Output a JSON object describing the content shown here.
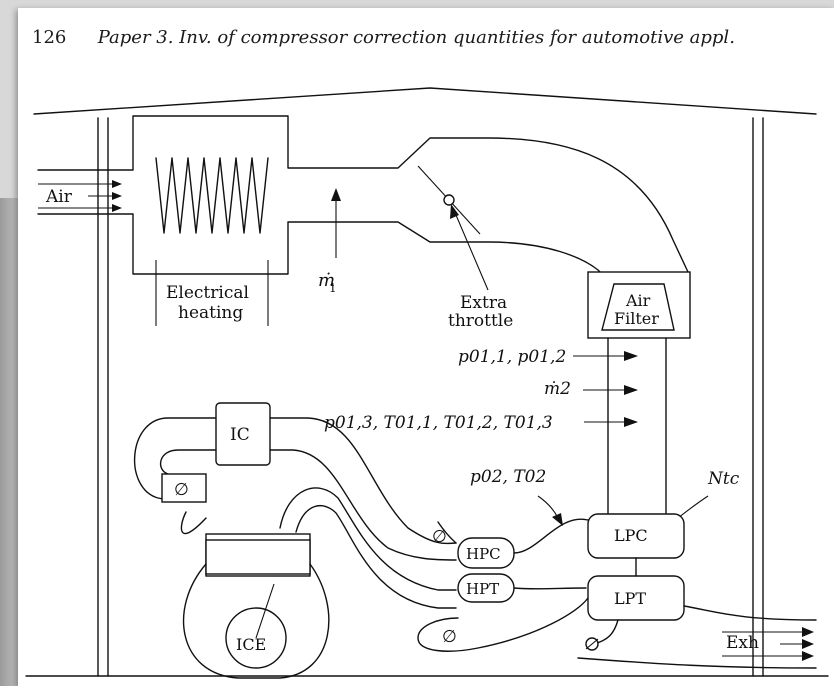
{
  "header": {
    "page_number": "126",
    "title": "Paper 3.  Inv. of compressor correction quantities for automotive appl."
  },
  "figure": {
    "air": "Air",
    "exh": "Exh",
    "heating_1": "Electrical",
    "heating_2": "heating",
    "m1": "ṁ",
    "m1_sub": "1",
    "throttle_1": "Extra",
    "throttle_2": "throttle",
    "filter_1": "Air",
    "filter_2": "Filter",
    "meas1": "p01,1, p01,2",
    "meas2": "ṁ2",
    "meas3": "p01,3, T01,1, T01,2, T01,3",
    "meas4": "p02, T02",
    "ntc": "Ntc",
    "ic": "IC",
    "hpc": "HPC",
    "hpt": "HPT",
    "lpc": "LPC",
    "lpt": "LPT",
    "ice": "ICE",
    "valve_symbol": "∅"
  }
}
